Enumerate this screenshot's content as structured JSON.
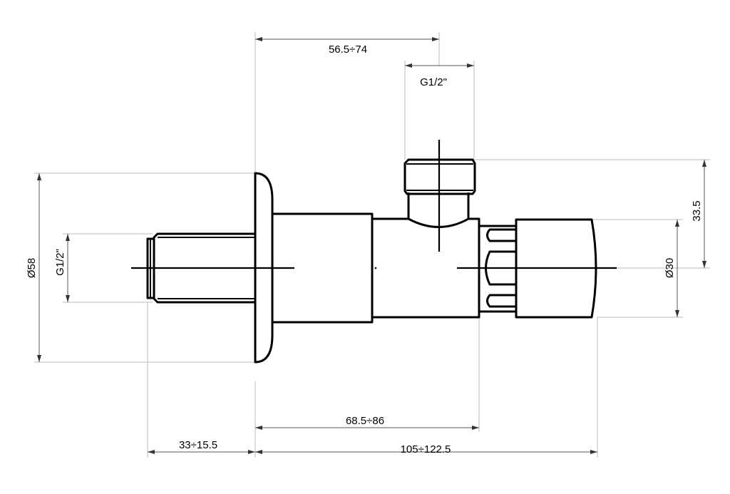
{
  "drawing": {
    "title": "Angle valve dimensional drawing",
    "dimensions": {
      "top_length": "56.5÷74",
      "top_thread": "G1/2\"",
      "right_height": "33.5",
      "knob_diameter": "Ø30",
      "flange_diameter": "Ø58",
      "left_thread": "G1/2\"",
      "body_length": "68.5÷86",
      "inlet_length": "33÷15.5",
      "total_length": "105÷122.5"
    }
  }
}
